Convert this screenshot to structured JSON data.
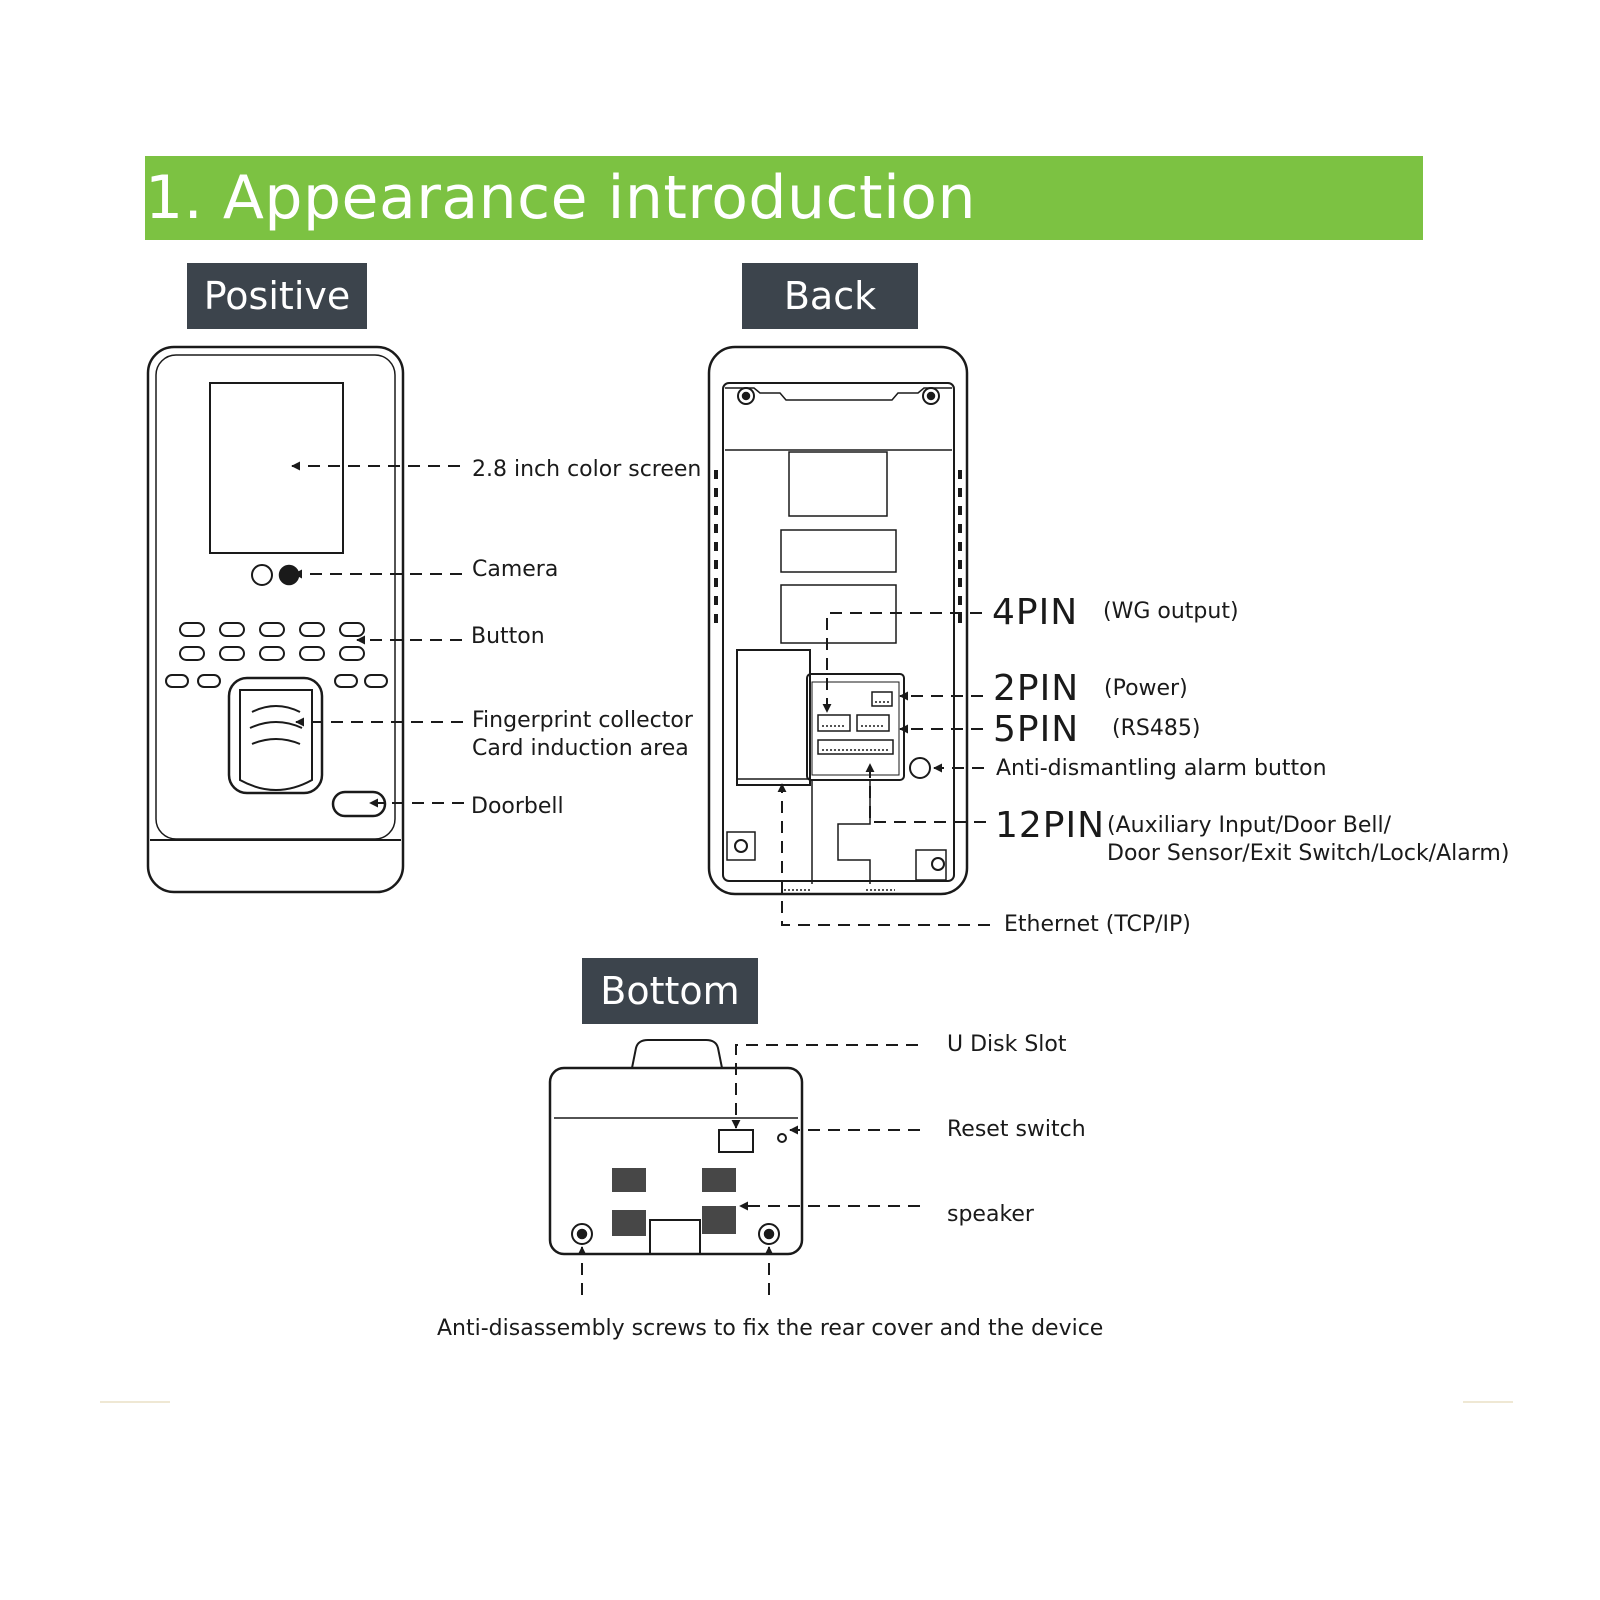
{
  "title": "1. Appearance introduction",
  "colors": {
    "banner": "#7cc242",
    "tag_bg": "#3c444c",
    "line": "#1a1a1a"
  },
  "sections": {
    "positive": "Positive",
    "back": "Back",
    "bottom": "Bottom"
  },
  "positive_labels": {
    "screen": "2.8 inch color screen",
    "camera": "Camera",
    "button": "Button",
    "fingerprint": "Fingerprint collector",
    "card": "Card induction area",
    "doorbell": "Doorbell"
  },
  "back_labels": {
    "pin4": "4PIN",
    "pin4_desc": "(WG output)",
    "pin2": "2PIN",
    "pin2_desc": "(Power)",
    "pin5": "5PIN",
    "pin5_desc": "(RS485)",
    "alarm": "Anti-dismantling alarm button",
    "pin12": "12PIN",
    "pin12_desc_1": "(Auxiliary Input/Door Bell/",
    "pin12_desc_2": "Door Sensor/Exit Switch/Lock/Alarm)",
    "ethernet": "Ethernet (TCP/IP)"
  },
  "bottom_labels": {
    "udisk": "U Disk Slot",
    "reset": "Reset switch",
    "speaker": "speaker",
    "screws": "Anti-disassembly screws to fix the rear cover and the device"
  }
}
